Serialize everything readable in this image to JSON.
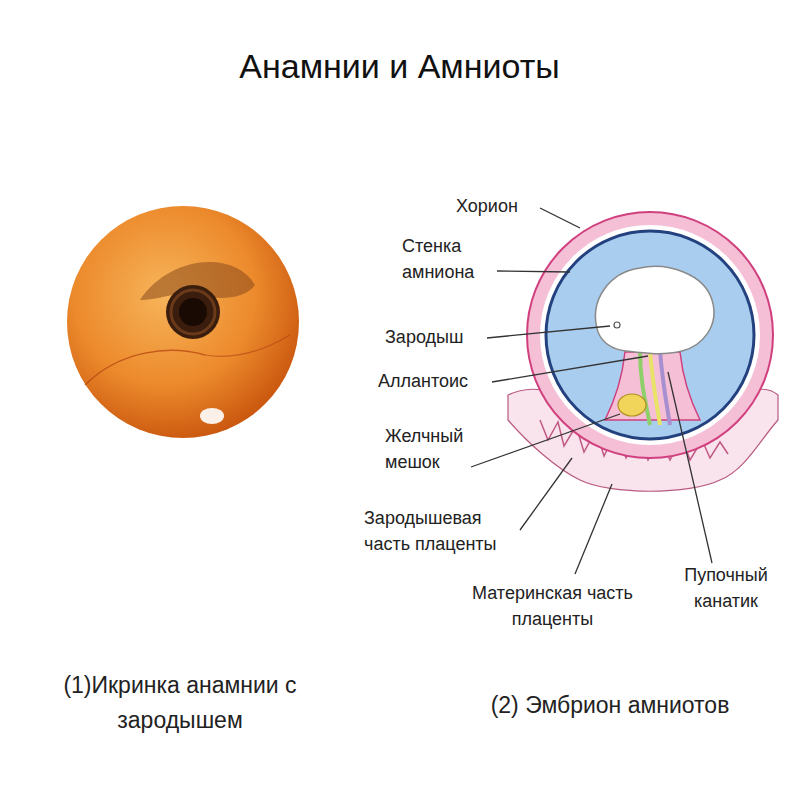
{
  "diagram": {
    "title": "Анамнии и Амниоты",
    "labels": [
      "Хорион",
      "Стенка амниона",
      "Зародыш",
      "Аллантоис",
      "Желчный мешок",
      "Зародышевая часть плаценты",
      "Материнская часть плаценты",
      "Пупочный канатик",
      "(1)Икринка анамнии с зародышем",
      "(2) Эмбрион амниотов"
    ]
  }
}
